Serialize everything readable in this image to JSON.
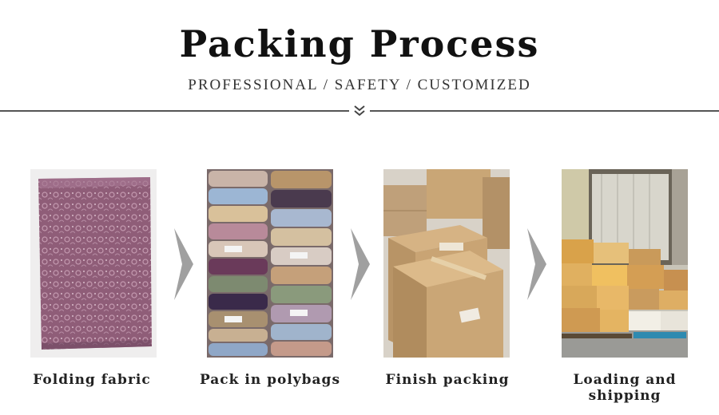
{
  "header": {
    "title": "Packing Process",
    "subtitle": "PROFESSIONAL / SAFETY / CUSTOMIZED"
  },
  "icons": {
    "divider": "double-chevron-down-icon",
    "step_arrow": "chevron-right-icon"
  },
  "steps": [
    {
      "caption": "Folding fabric",
      "image": "folded-lace-fabric"
    },
    {
      "caption": "Pack in polybags",
      "image": "stacked-polybags"
    },
    {
      "caption": "Finish packing",
      "image": "sealed-cartons"
    },
    {
      "caption": "Loading and shipping",
      "image": "container-loading"
    }
  ],
  "colors": {
    "fabric": "#9c6a85",
    "cardboard": "#c8a06a",
    "arrow": "#a0a0a0",
    "divider": "#555555"
  }
}
